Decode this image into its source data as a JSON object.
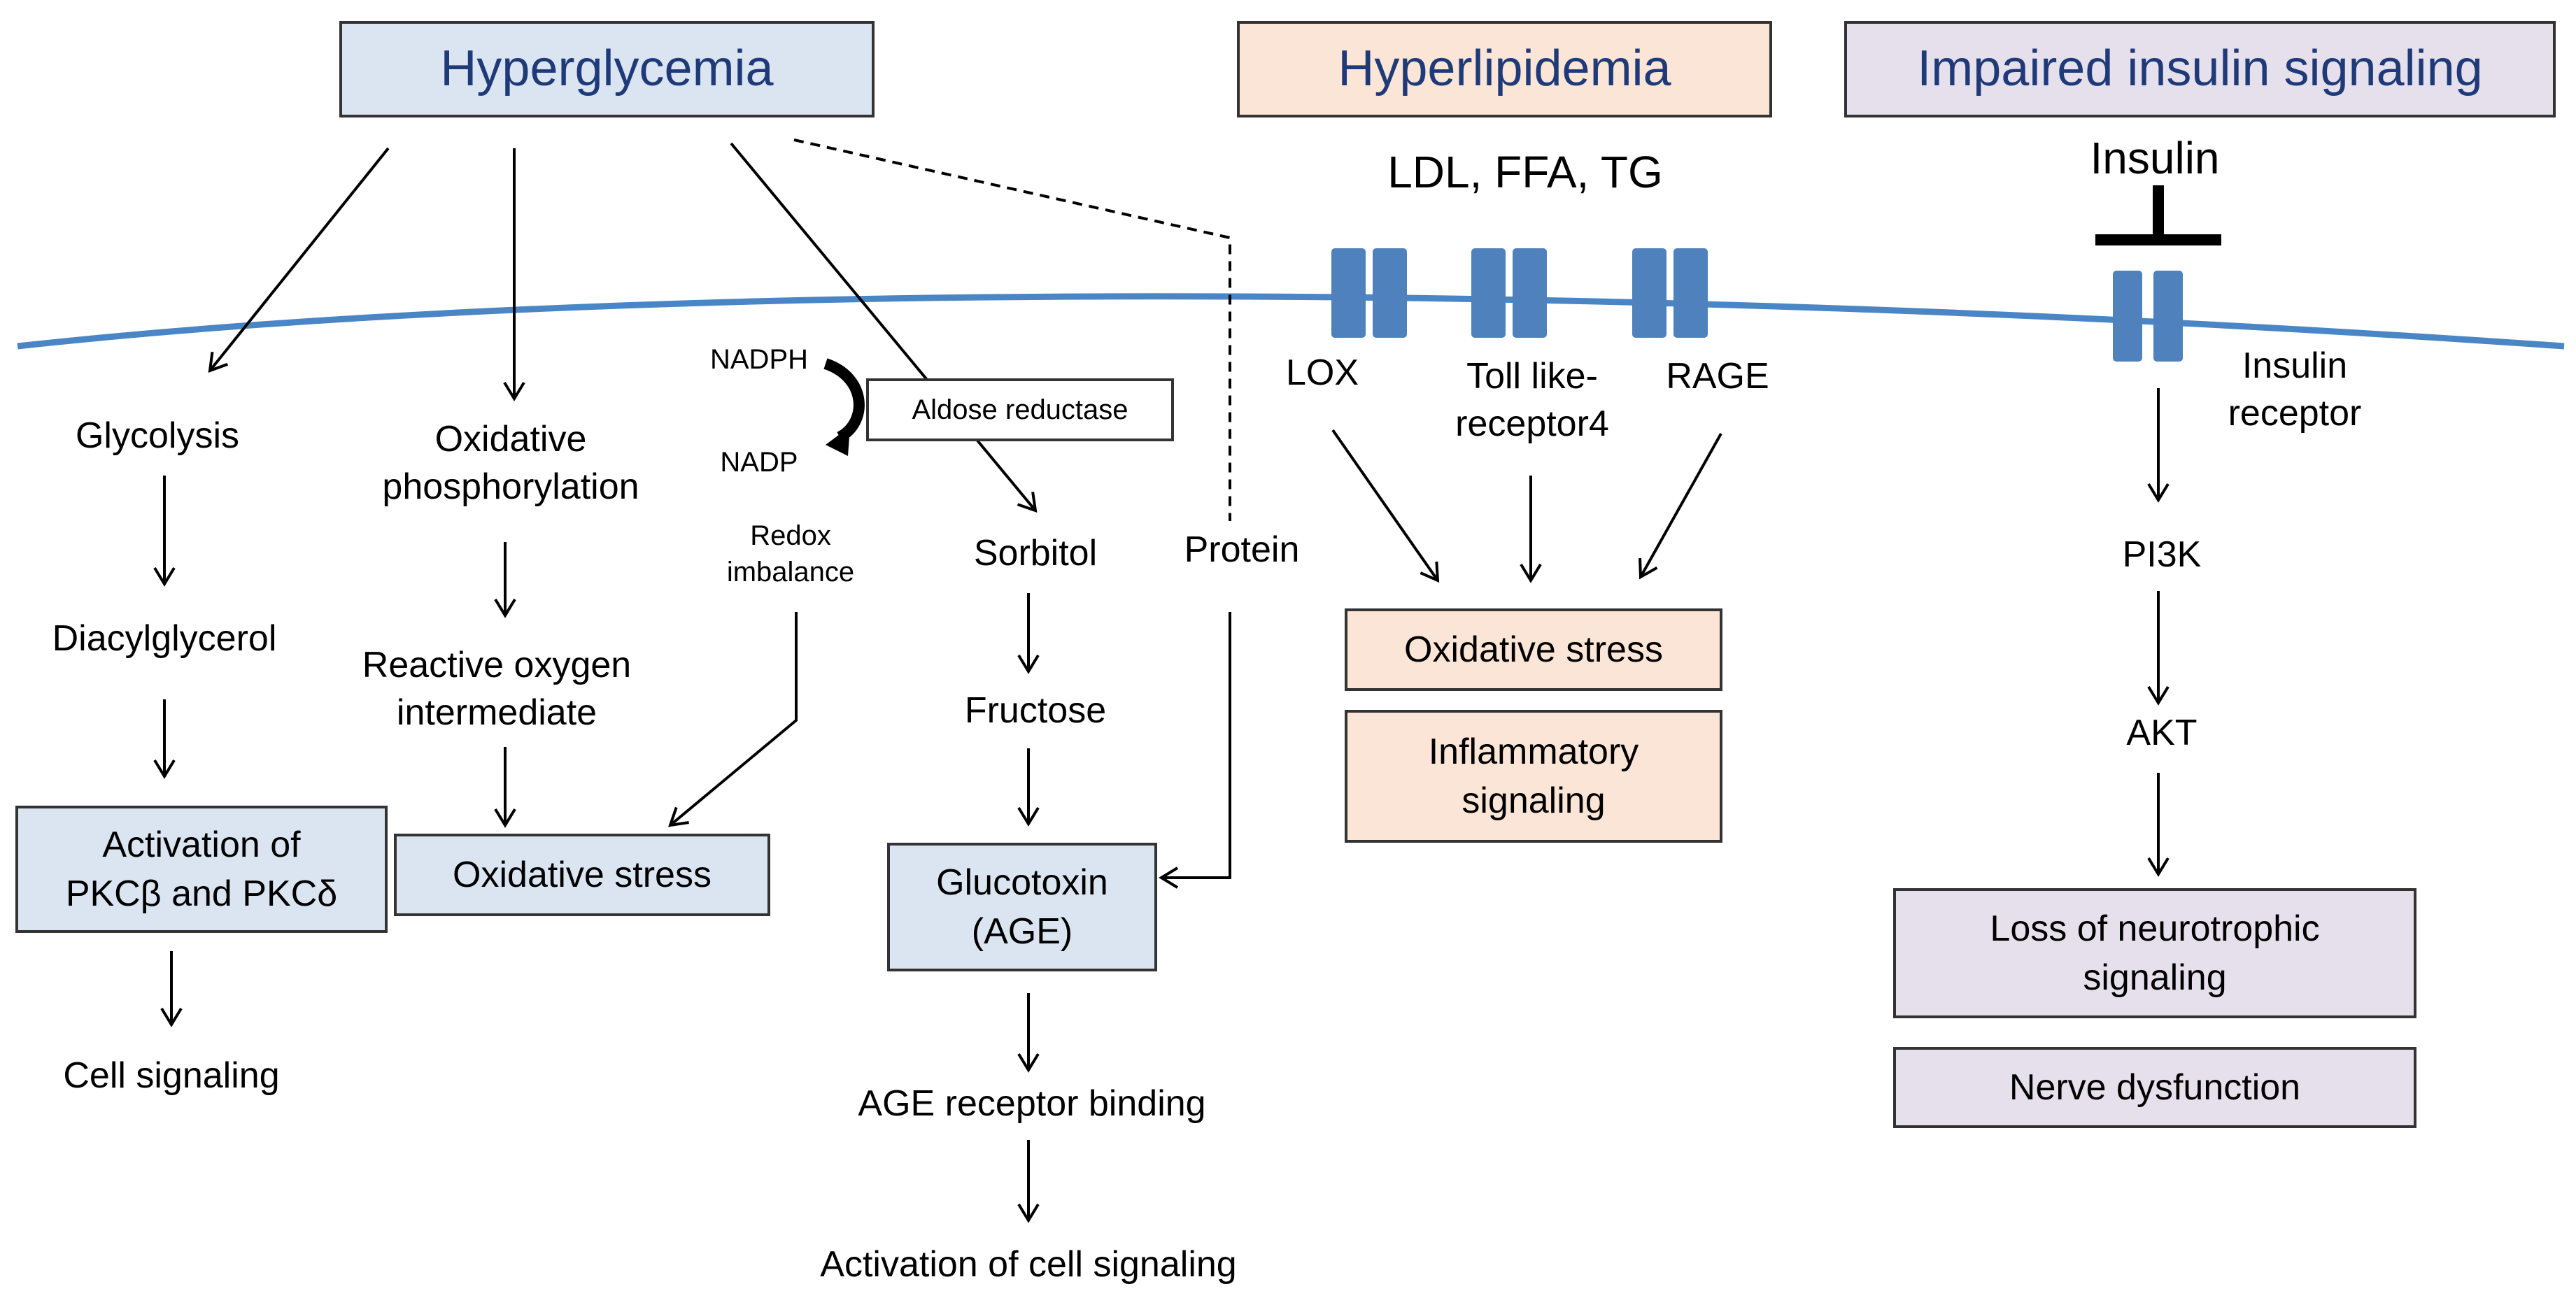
{
  "headers": {
    "hyperglycemia": "Hyperglycemia",
    "hyperlipidemia": "Hyperlipidemia",
    "insulin_signaling": "Impaired insulin signaling"
  },
  "hyperglycemia": {
    "glycolysis": "Glycolysis",
    "diacylglycerol": "Diacylglycerol",
    "pkc_box": [
      "Activation of",
      "PKCβ and PKCδ"
    ],
    "cell_signaling": "Cell signaling",
    "oxphos": [
      "Oxidative",
      "phosphorylation"
    ],
    "roi": [
      "Reactive oxygen",
      "intermediate"
    ],
    "oxidative_stress": "Oxidative stress",
    "nadph": "NADPH",
    "nadp": "NADP",
    "aldose_reductase": "Aldose reductase",
    "redox": [
      "Redox",
      "imbalance"
    ],
    "sorbitol": "Sorbitol",
    "fructose": "Fructose",
    "protein": "Protein",
    "glucotoxin": [
      "Glucotoxin",
      "(AGE)"
    ],
    "age_binding": "AGE receptor binding",
    "activation_cell_signaling": "Activation of cell signaling"
  },
  "hyperlipidemia": {
    "ligands": "LDL, FFA, TG",
    "lox": "LOX",
    "tlr4": [
      "Toll like-",
      "receptor4"
    ],
    "rage": "RAGE",
    "oxidative_stress": "Oxidative stress",
    "inflammatory": [
      "Inflammatory",
      "signaling"
    ]
  },
  "insulin": {
    "insulin": "Insulin",
    "receptor": [
      "Insulin",
      "receptor"
    ],
    "pi3k": "PI3K",
    "akt": "AKT",
    "neurotrophic": [
      "Loss of neurotrophic",
      "signaling"
    ],
    "nerve": "Nerve dysfunction"
  },
  "colors": {
    "membrane": "#4a86c5",
    "receptor": "#4f81bd",
    "blue_box": "#dbe5f1",
    "peach_box": "#fbe5d6",
    "lilac_box": "#e6e0ec",
    "header_text": "#1f3a78"
  }
}
